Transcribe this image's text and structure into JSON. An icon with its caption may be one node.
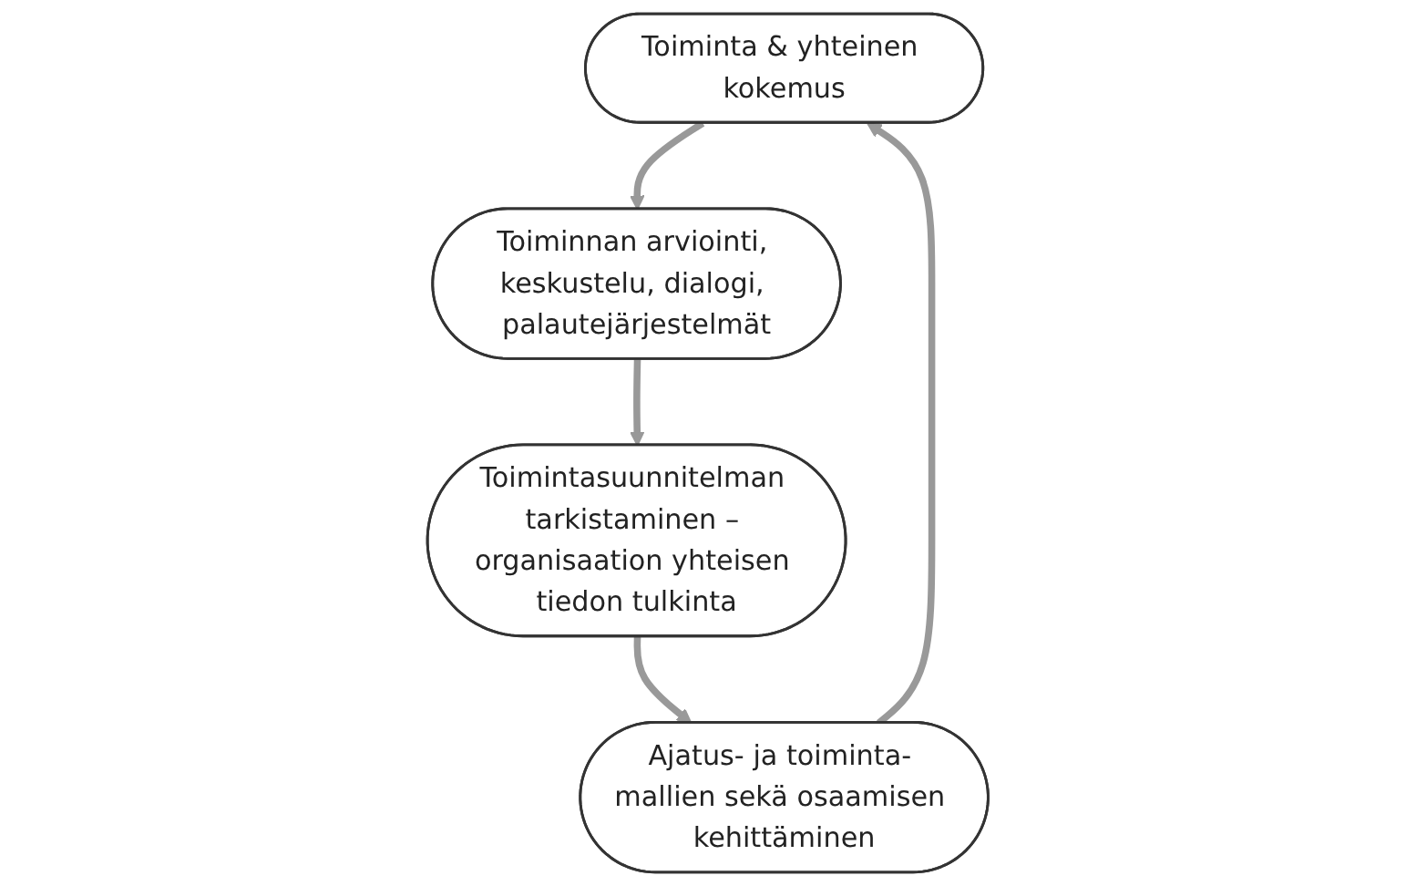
{
  "diagram": {
    "nodes": [
      {
        "text": [
          "Toiminta & yhteinen kokemus"
        ]
      },
      {
        "text": [
          "Ajatus- ja toiminta- mallien sekä osaamisen kehittäminen"
        ]
      },
      {
        "text": [
          "Toiminnan arviointi, keskustelu, dialogi, palautejärjestelmät"
        ]
      },
      {
        "text": [
          "Toimintasuunnitelman tarkistaminen – organisaation yhteisen tiedon tulkinta"
        ]
      }
    ],
    "edges": [
      {
        "from": 0,
        "to": 2,
        "arrow": "to"
      },
      {
        "from": 2,
        "to": 3,
        "arrow": "to"
      },
      {
        "from": 3,
        "to": 1,
        "arrow": "to"
      },
      {
        "from": 1,
        "to": 0,
        "arrow": "to"
      }
    ]
  }
}
